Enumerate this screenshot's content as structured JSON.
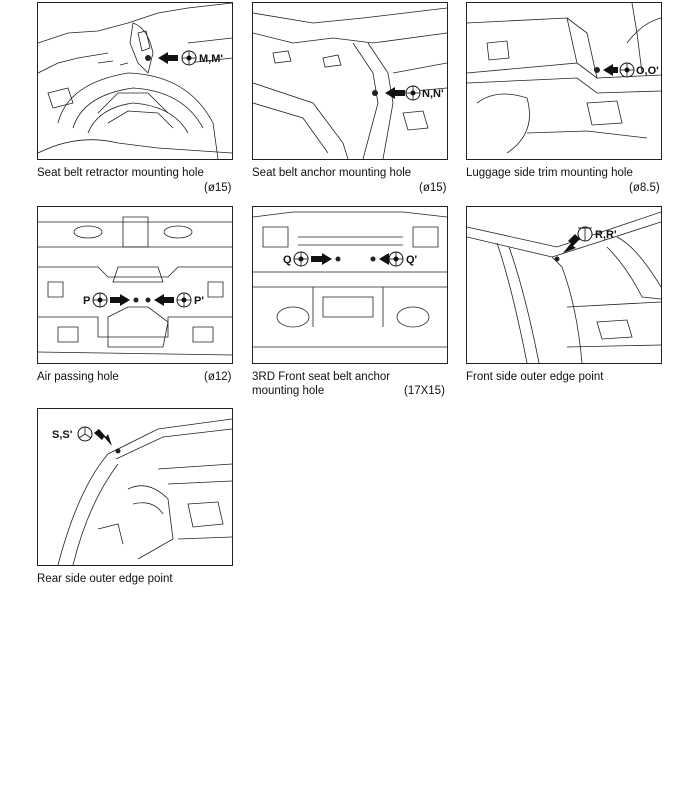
{
  "panels": [
    {
      "id": "m",
      "caption": "Seat belt retractor mounting hole",
      "size": "(ø15)",
      "label": "M,M'"
    },
    {
      "id": "n",
      "caption": "Seat belt anchor mounting hole",
      "size": "(ø15)",
      "label": "N,N'"
    },
    {
      "id": "o",
      "caption": "Luggage side trim mounting hole",
      "size": "(ø8.5)",
      "label": "O,O'"
    },
    {
      "id": "p",
      "caption": "Air passing hole",
      "size": "(ø12)",
      "label_left": "P",
      "label_right": "P'"
    },
    {
      "id": "q",
      "caption_line1": "3RD Front seat belt anchor",
      "caption_line2": "mounting hole",
      "size": "(17X15)",
      "label_left": "Q",
      "label_right": "Q'"
    },
    {
      "id": "r",
      "caption": "Front side outer edge point",
      "label": "R,R'"
    },
    {
      "id": "s",
      "caption": "Rear side outer edge point",
      "label": "S,S'"
    }
  ]
}
